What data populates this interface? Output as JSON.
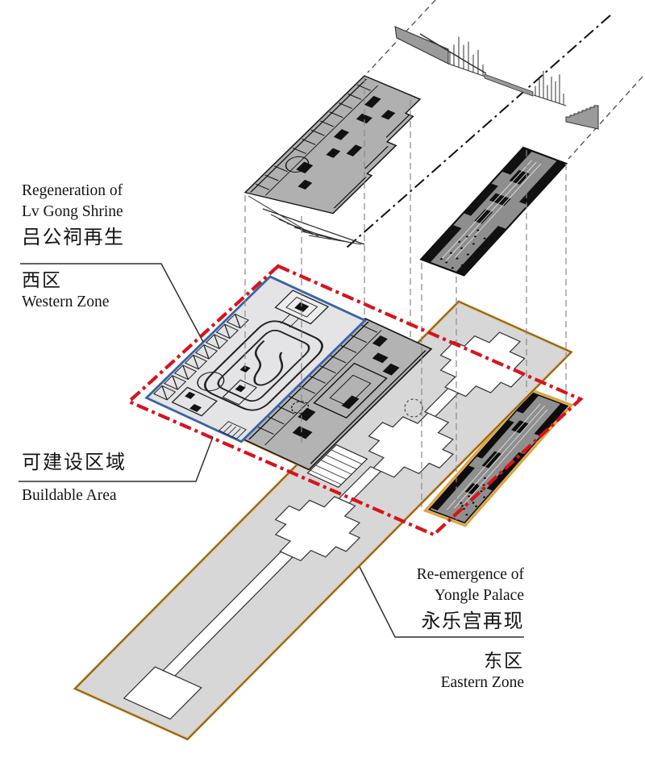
{
  "labels": {
    "western": {
      "title_en_1": "Regeneration of",
      "title_en_2": "Lv Gong Shrine",
      "title_zh": "吕公祠再生",
      "zone_zh": "西区",
      "zone_en": "Western Zone"
    },
    "buildable": {
      "zh": "可建设区域",
      "en": "Buildable Area"
    },
    "eastern": {
      "title_en_1": "Re-emergence of",
      "title_en_2": "Yongle Palace",
      "title_zh": "永乐宫再现",
      "zone_zh": "东区",
      "zone_en": "Eastern Zone"
    }
  },
  "colors": {
    "buildable_boundary_red": "#D8131B",
    "western_zone_blue": "#3A63A8",
    "eastern_zone_orange": "#E2A33C"
  }
}
